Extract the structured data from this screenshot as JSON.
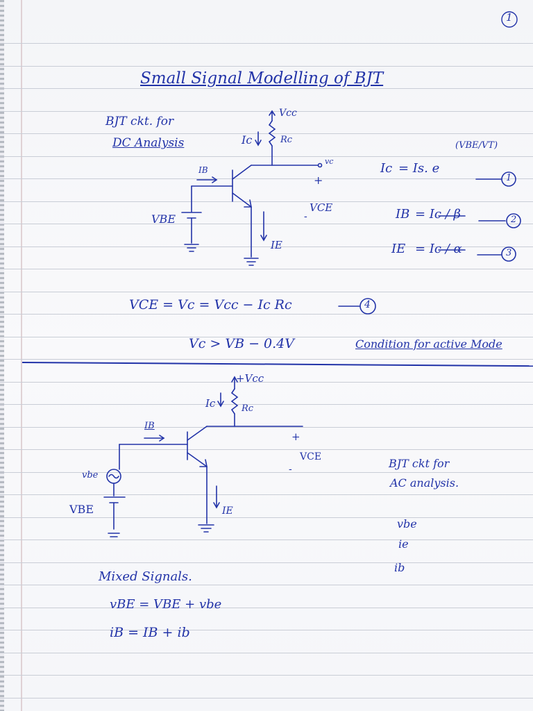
{
  "page_number": "1",
  "title": "Small Signal Modelling of BJT",
  "dc_section": {
    "label_line1": "BJT ckt. for",
    "label_line2": "DC Analysis",
    "circuit": {
      "vcc": "Vcc",
      "rc": "Rc",
      "ic": "Ic",
      "ib": "IB",
      "vbe": "VBE",
      "ie": "IE",
      "vc": "vc",
      "vce": "VCE",
      "plus": "+",
      "minus": "-"
    },
    "equations": [
      {
        "lhs": "Ic",
        "rhs": "= Is. e",
        "exp": "(VBE/VT)",
        "num": "1"
      },
      {
        "lhs": "IB",
        "rhs": "= Ic / β",
        "num": "2"
      },
      {
        "lhs": "IE",
        "rhs": "= Ic / α",
        "num": "3"
      }
    ],
    "eq4": "VCE = Vc = Vcc − Ic Rc",
    "eq4_num": "4",
    "condition_eq": "Vc > VB − 0.4V",
    "condition_text": "Condition for active Mode"
  },
  "ac_section": {
    "circuit": {
      "vcc": "+Vcc",
      "rc": "Rc",
      "ic": "Ic",
      "ib": "IB",
      "vbe_small": "vbe",
      "vbe_dc": "VBE",
      "ie": "IE",
      "vce": "VCE",
      "plus": "+",
      "minus": "-"
    },
    "label_line1": "BJT ckt for",
    "label_line2": "AC analysis.",
    "signals": [
      "vbe",
      "ie",
      "ib"
    ],
    "mixed_title": "Mixed Signals.",
    "mixed_eq1": "vBE = VBE + vbe",
    "mixed_eq2": "iB = IB + ib"
  },
  "colors": {
    "ink": "#2233a8",
    "rule": "#c9cdd6",
    "paper": "#f7f7f9"
  }
}
